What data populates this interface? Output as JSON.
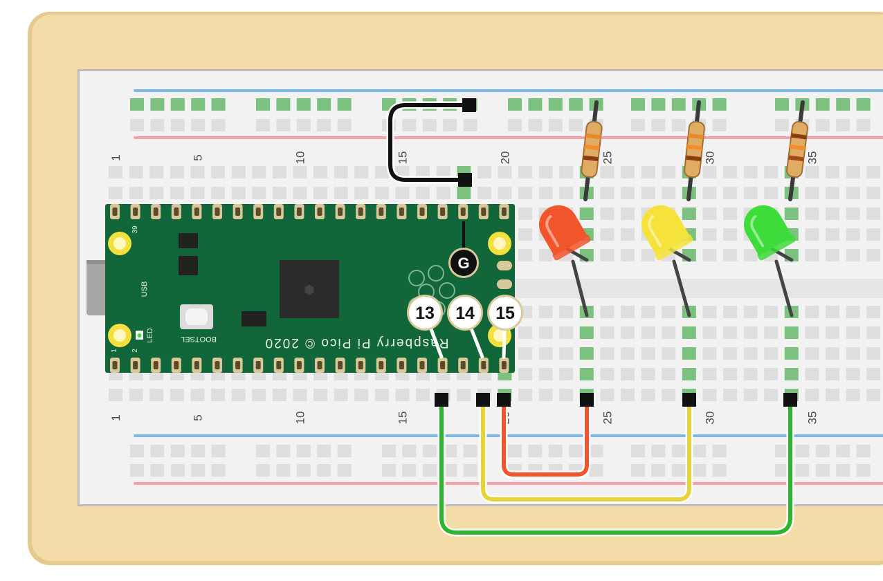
{
  "board": {
    "brand": "Raspberry Pi Pico",
    "year": "2020",
    "bootsel_label": "BOOTSEL",
    "usb_label": "USB",
    "led_label": "LED",
    "pin_labels": {
      "p1": "1",
      "p2": "2",
      "p39": "39"
    }
  },
  "breadboard": {
    "column_numbers": [
      "1",
      "5",
      "10",
      "15",
      "20",
      "25",
      "30",
      "35"
    ]
  },
  "pin_callouts": [
    {
      "label": "13"
    },
    {
      "label": "14"
    },
    {
      "label": "15"
    },
    {
      "label": "G"
    }
  ],
  "leds": [
    {
      "color_name": "red",
      "color": "#f2552c"
    },
    {
      "color_name": "yellow",
      "color": "#f5e33b"
    },
    {
      "color_name": "green",
      "color": "#3ddc3a"
    }
  ],
  "wires": [
    {
      "name": "ground-wire",
      "color": "#111111"
    },
    {
      "name": "gp13-wire",
      "color": "#2db52d"
    },
    {
      "name": "gp14-wire",
      "color": "#e8d23a"
    },
    {
      "name": "gp15-wire",
      "color": "#f2552c"
    }
  ],
  "colors": {
    "frame": "#f3dca7",
    "breadboard": "#f2f2f2",
    "rail_blue": "#7ab8e6",
    "rail_red": "#f4a2a8",
    "pcb": "#11673a",
    "hole": "#dedede",
    "hole_active": "#7cc17e"
  }
}
